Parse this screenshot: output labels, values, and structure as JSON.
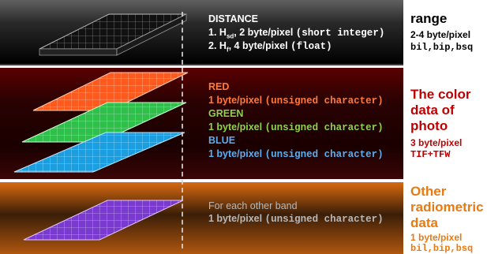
{
  "range_band": {
    "heading": "DISTANCE",
    "line1_prefix": "1. H",
    "line1_sub": "sd",
    "line1_rest": ", 2 byte/pixel ",
    "line1_type": "(short integer)",
    "line2_prefix": "2. H",
    "line2_sub": "f",
    "line2_rest": ", 4 byte/pixel ",
    "line2_type": "(float)",
    "title": "range",
    "size": "2-4 byte/pixel",
    "formats": "bil,bip,bsq"
  },
  "color_band": {
    "red_label": "RED",
    "red_size": "1 byte/pixel ",
    "red_type": "(unsigned character)",
    "green_label": "GREEN",
    "green_size": "1 byte/pixel ",
    "green_type": "(unsigned character)",
    "blue_label": "BLUE",
    "blue_size": "1 byte/pixel ",
    "blue_type": "(unsigned character)",
    "title_line1": "The color",
    "title_line2": "data of",
    "title_line3": "photo",
    "size": "3 byte/pixel",
    "formats": "TIF+TFW"
  },
  "other_band": {
    "heading": "For each other band",
    "size": "1 byte/pixel ",
    "type": "(unsigned character)",
    "title_line1": "Other",
    "title_line2": "radiometric",
    "title_line3": "data",
    "size_right": "1 byte/pixel",
    "formats": "bil,bip,bsq"
  },
  "colors": {
    "range_text": "#ffffff",
    "red_text": "#ff7a3a",
    "green_text": "#8fd14f",
    "blue_text": "#5aaef0",
    "other_text": "#b8b8b8",
    "right_red": "#c00000",
    "right_orange": "#e87a10",
    "red_layer": "#ff5a1e",
    "green_layer": "#2ec04a",
    "blue_layer": "#1a9ee0",
    "purple_layer": "#7a3ad0"
  }
}
